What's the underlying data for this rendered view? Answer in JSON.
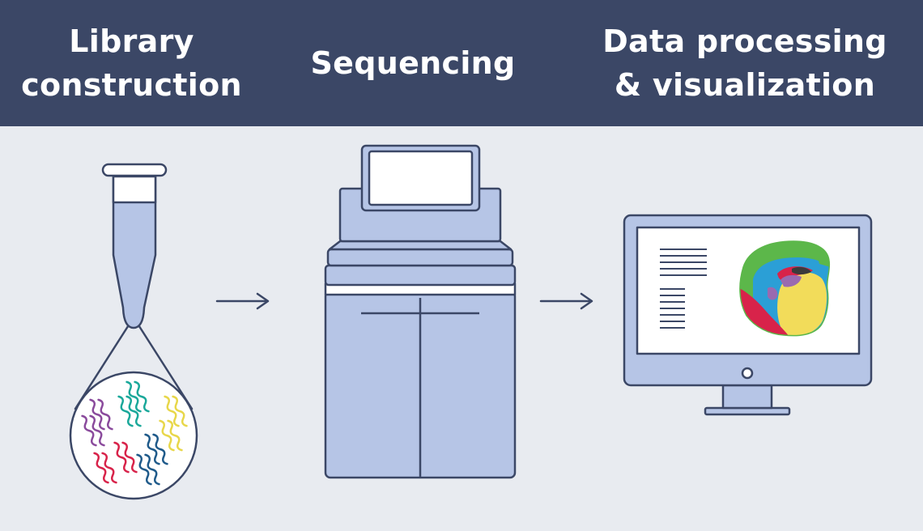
{
  "steps": [
    {
      "title": "Library\nconstruction",
      "icon": "test-tube-icon"
    },
    {
      "title": "Sequencing",
      "icon": "sequencer-icon"
    },
    {
      "title": "Data processing\n& visualization",
      "icon": "monitor-icon"
    }
  ],
  "colors": {
    "header_bg": "#3b4766",
    "page_bg": "#e8ebf0",
    "outline": "#3b4766",
    "fill": "#b6c5e6",
    "dna_purple": "#8a4a9c",
    "dna_teal": "#1aa89a",
    "dna_yellow": "#e8d74a",
    "dna_red": "#d8234a",
    "dna_blue": "#1f5a8a",
    "region_green": "#5cb74a",
    "region_blue": "#2b9fd6",
    "region_red": "#d8234a",
    "region_yellow": "#f2dc5a",
    "region_purple": "#9a6ab0"
  }
}
